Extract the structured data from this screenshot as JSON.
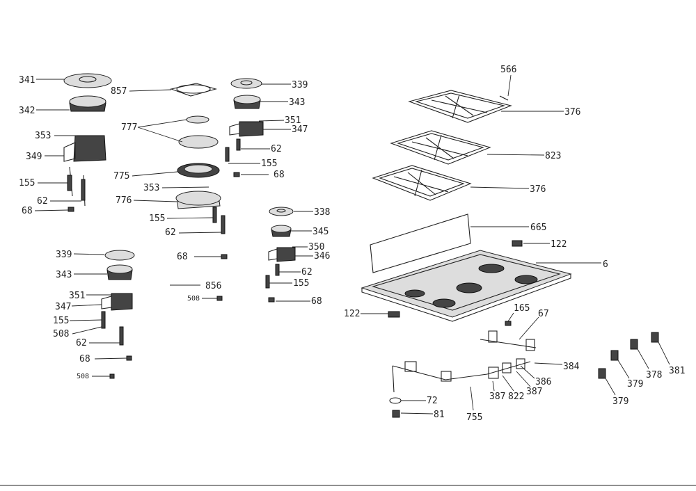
{
  "labels": {
    "l341": "341",
    "l342": "342",
    "l353a": "353",
    "l349": "349",
    "l155a": "155",
    "l62a": "62",
    "l68a": "68",
    "l857": "857",
    "l777": "777",
    "l775": "775",
    "l353b": "353",
    "l776": "776",
    "l155b": "155",
    "l62b": "62",
    "l339a": "339",
    "l343a": "343",
    "l351a": "351",
    "l347a": "347",
    "l62c": "62",
    "l155c": "155",
    "l68b": "68",
    "l338": "338",
    "l345": "345",
    "l350": "350",
    "l346": "346",
    "l62d": "62",
    "l155d": "155",
    "l68c": "68",
    "l339b": "339",
    "l343b": "343",
    "l351b": "351",
    "l347b": "347",
    "l155e": "155",
    "l508a": "508",
    "l62e": "62",
    "l68d": "68",
    "l508b": "508",
    "l68e": "68",
    "l856": "856",
    "l508c": "508",
    "l566": "566",
    "l376a": "376",
    "l823": "823",
    "l376b": "376",
    "l665": "665",
    "l122a": "122",
    "l6": "6",
    "l122b": "122",
    "l165": "165",
    "l67": "67",
    "l384": "384",
    "l386": "386",
    "l387a": "387",
    "l822": "822",
    "l387b": "387",
    "l72": "72",
    "l81": "81",
    "l755": "755",
    "l381": "381",
    "l378": "378",
    "l379a": "379",
    "l379b": "379"
  }
}
